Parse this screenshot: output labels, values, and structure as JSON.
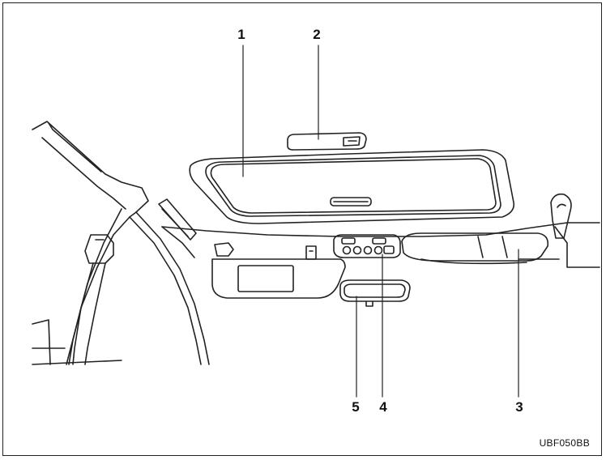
{
  "callouts": [
    {
      "id": "1",
      "label": "1"
    },
    {
      "id": "2",
      "label": "2"
    },
    {
      "id": "3",
      "label": "3"
    },
    {
      "id": "4",
      "label": "4"
    },
    {
      "id": "5",
      "label": "5"
    }
  ],
  "figure_code": "UBF050BB"
}
